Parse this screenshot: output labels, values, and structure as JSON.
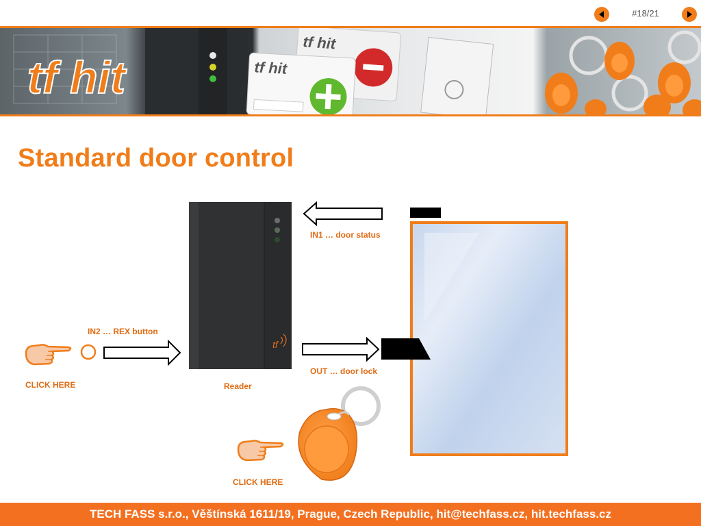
{
  "slide": {
    "counter": "#18/21"
  },
  "banner": {
    "logo_text": "tf hit",
    "card_text": "tf hit"
  },
  "main": {
    "title": "Standard door control",
    "in1_label": "IN1 … door status",
    "in2_label": "IN2 … REX button",
    "out_label": "OUT … door lock",
    "reader_label": "Reader",
    "click_here_rex": "CLICK HERE",
    "click_here_fob": "CLICK HERE"
  },
  "footer": {
    "text": "TECH FASS s.r.o., Věštínská 1611/19, Prague, Czech Republic, hit@techfass.cz, hit.techfass.cz"
  },
  "colors": {
    "accent": "#f07d1a",
    "footer_bg": "#f37021",
    "door_glass": "#c9d8ef",
    "reader": "#2f3132"
  }
}
